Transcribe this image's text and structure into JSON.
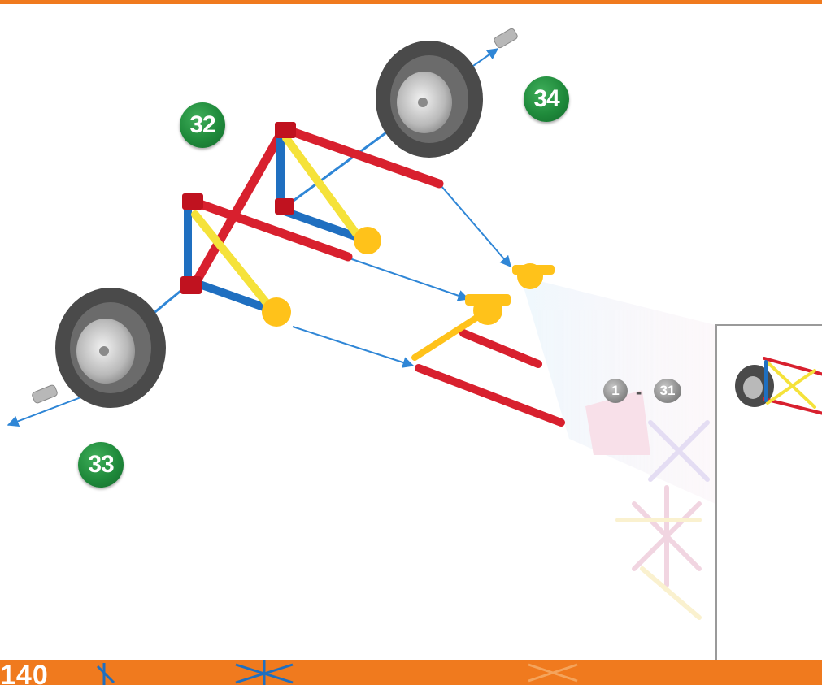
{
  "steps": {
    "step_32": "32",
    "step_33": "33",
    "step_34": "34"
  },
  "range": {
    "start": "1",
    "dash": "-",
    "end": "31"
  },
  "footer": {
    "page_number": "140"
  },
  "colors": {
    "rod_red": "#d8202e",
    "rod_blue": "#1f6fc0",
    "rod_yellow": "#f5e23a",
    "connector_yellow": "#ffc21a",
    "arrow_blue": "#2f86d6",
    "tire_gray": "#4a4a4a",
    "badge_green": "#1f8a3b",
    "accent_orange": "#f07a1e"
  }
}
